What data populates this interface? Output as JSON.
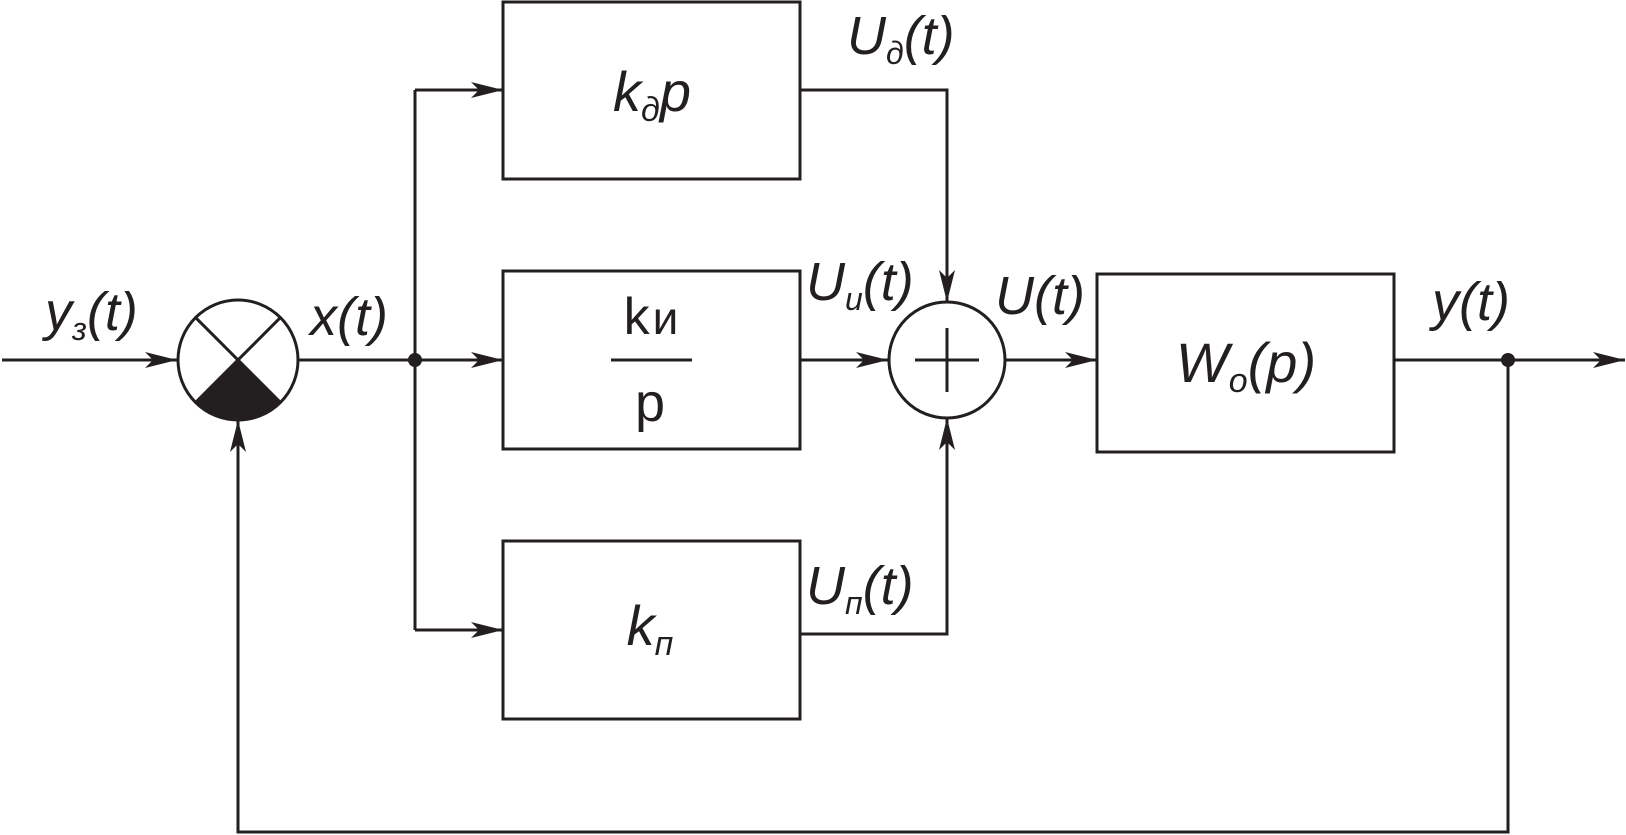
{
  "colors": {
    "line": "#231f20",
    "background": "#ffffff"
  },
  "comparator": {
    "filled_sector": "bottom",
    "input_label": {
      "main": "y",
      "sub": "з",
      "tail": "(t)"
    },
    "error_label": {
      "main": "x",
      "tail": "(t)"
    }
  },
  "blocks": {
    "derivative": {
      "main": "k",
      "sub": "д",
      "tail": "p"
    },
    "integral": {
      "numerator_main": "k",
      "numerator_sub": "и",
      "denominator": "p"
    },
    "proportional": {
      "main": "k",
      "sub": "п"
    },
    "plant": {
      "main": "W",
      "sub": "o",
      "tail": "(p)"
    }
  },
  "signals": {
    "derivative_out": {
      "main": "U",
      "sub": "д",
      "tail": "(t)"
    },
    "integral_out": {
      "main": "U",
      "sub": "и",
      "tail": "(t)"
    },
    "proportional_out": {
      "main": "U",
      "sub": "п",
      "tail": "(t)"
    },
    "sum_out": {
      "main": "U",
      "tail": "(t)"
    },
    "output": {
      "main": "y",
      "tail": "(t)"
    }
  },
  "summing_junction": {
    "symbol": "plus-icon"
  }
}
